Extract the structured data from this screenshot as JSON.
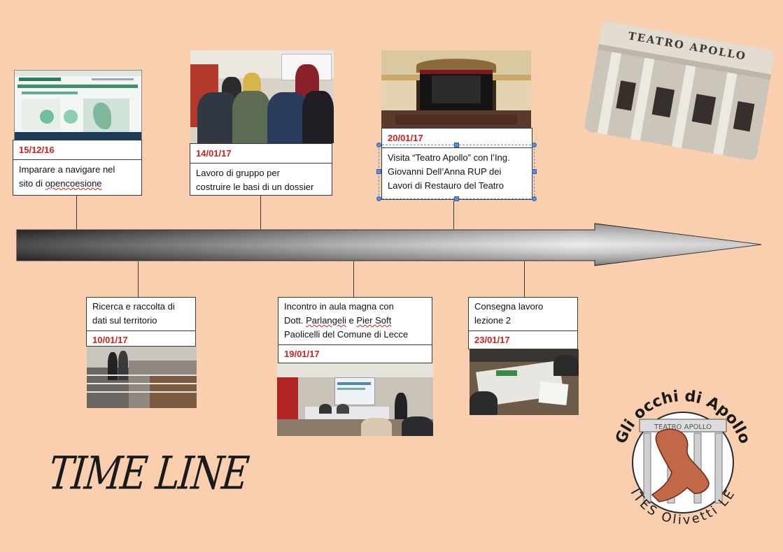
{
  "events_top": [
    {
      "date": "15/12/16",
      "text_a": "Imparare a navigare nel",
      "text_b": "sito di ",
      "text_c": "opencoesione"
    },
    {
      "date": "14/01/17",
      "text_a": "Lavoro di gruppo per",
      "text_b": "costruire le basi di un dossier"
    },
    {
      "date": "20/01/17",
      "text_a": "Visita “Teatro Apollo” con l’Ing.",
      "text_b": "Giovanni Dell’Anna  RUP dei",
      "text_c": "Lavori di Restauro del Teatro"
    }
  ],
  "events_bottom": [
    {
      "date": "10/01/17",
      "text_a": "Ricerca e raccolta di",
      "text_b": "dati sul territorio"
    },
    {
      "date": "19/01/17",
      "text_a": "Incontro in aula magna  con",
      "text_b": "Dott. ",
      "text_c": "Parlangeli",
      "text_d": " e ",
      "text_e": "Pier Soft",
      "text_f": "Paolicelli del Comune di Lecce"
    },
    {
      "date": "23/01/17",
      "text_a": "Consegna lavoro",
      "text_b": "lezione 2"
    }
  ],
  "title": "TIME LINE",
  "building": {
    "frieze": "TEATRO APOLLO"
  },
  "logo": {
    "arc_top": "Gli occhi di Apollo",
    "arc_bottom": "ITES Olivetti LE",
    "plate": "TEATRO APOLLO"
  },
  "colors": {
    "background": "#f9cfb0",
    "date": "#d42020",
    "arrow_dark": "#111111",
    "arrow_light": "#d8d8d8"
  }
}
